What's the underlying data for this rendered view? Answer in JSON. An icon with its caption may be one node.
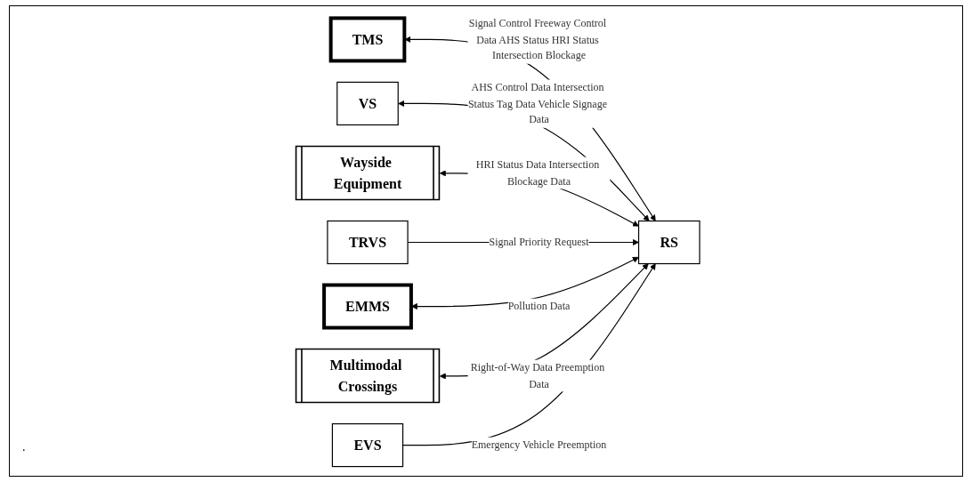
{
  "diagram": {
    "nodes": [
      {
        "text": [
          "TMS"
        ]
      },
      {
        "text": [
          "VS"
        ]
      },
      {
        "text": [
          "Wayside Equipment"
        ]
      },
      {
        "text": [
          "TRVS"
        ]
      },
      {
        "text": [
          "RS"
        ]
      },
      {
        "text": [
          "EMMS"
        ]
      },
      {
        "text": [
          "Multimodal Crossings"
        ]
      },
      {
        "text": [
          "EVS"
        ]
      }
    ],
    "edges": [
      {
        "from": 0,
        "to": 4,
        "arrow": "both",
        "label": "Signal Control Freeway Control Data AHS Status HRI Status Intersection Blockage"
      },
      {
        "from": 1,
        "to": 4,
        "arrow": "both",
        "label": "AHS Control Data Intersection Status Tag Data Vehicle Signage Data"
      },
      {
        "from": 2,
        "to": 4,
        "arrow": "both",
        "label": "HRI Status Data Intersection Blockage Data"
      },
      {
        "from": 3,
        "to": 4,
        "arrow": "to",
        "label": "Signal Priority Request"
      },
      {
        "from": 5,
        "to": 4,
        "arrow": "both",
        "label": "Pollution Data"
      },
      {
        "from": 6,
        "to": 4,
        "arrow": "both",
        "label": "Right-of-Way Data Preemption Data"
      },
      {
        "from": 7,
        "to": 4,
        "arrow": "to",
        "label": "Emergency Vehicle Preemption"
      }
    ],
    "labels": [
      "."
    ]
  }
}
